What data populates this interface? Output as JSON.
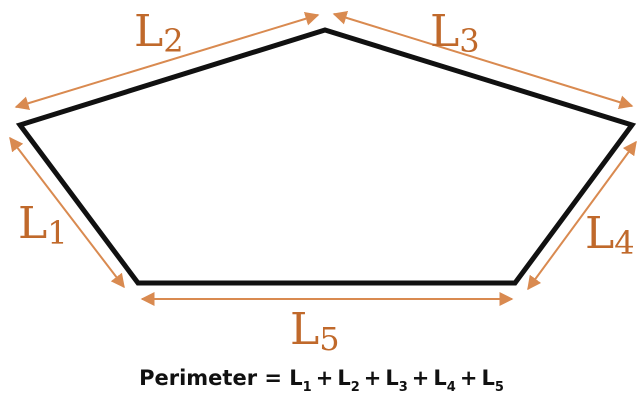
{
  "colors": {
    "label": "#c0692b",
    "arrow": "#d98a50",
    "outline": "#111111",
    "text": "#111111"
  },
  "labels": {
    "L1": {
      "letter": "L",
      "sub": "1"
    },
    "L2": {
      "letter": "L",
      "sub": "2"
    },
    "L3": {
      "letter": "L",
      "sub": "3"
    },
    "L4": {
      "letter": "L",
      "sub": "4"
    },
    "L5": {
      "letter": "L",
      "sub": "5"
    }
  },
  "formula": {
    "lead": "Perimeter = ",
    "terms": [
      {
        "letter": "L",
        "sub": "1"
      },
      {
        "letter": "L",
        "sub": "2"
      },
      {
        "letter": "L",
        "sub": "3"
      },
      {
        "letter": "L",
        "sub": "4"
      },
      {
        "letter": "L",
        "sub": "5"
      }
    ],
    "operator": "+"
  }
}
